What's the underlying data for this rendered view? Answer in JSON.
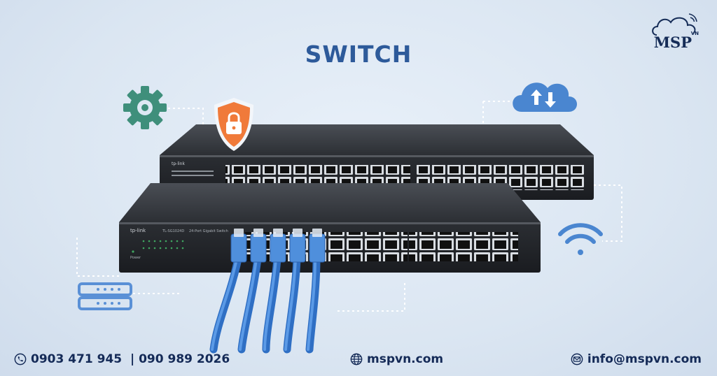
{
  "header": {
    "title": "SWITCH",
    "logo_text": "MSP",
    "logo_superscript": "VN"
  },
  "device_labels": {
    "top_switch_brand": "tp-link",
    "bottom_switch_brand": "tp-link",
    "bottom_switch_model": "TL-SG1024D",
    "bottom_switch_desc": "24-Port Gigabit Switch",
    "power_label": "Power"
  },
  "icons": [
    "gear-icon",
    "lock-shield-icon",
    "cloud-transfer-icon",
    "wifi-icon",
    "server-rack-icon",
    "phone-icon",
    "globe-icon",
    "mail-icon"
  ],
  "colors": {
    "title": "#2d5a9a",
    "gear": "#3f8f7b",
    "shield": "#f07a3a",
    "cloud": "#4a86d0",
    "cable": "#3d7fd6",
    "footer_text": "#142a57"
  },
  "footer": {
    "phone": "0903 471 945  | 090 989 2026",
    "website": "mspvn.com",
    "email": "info@mspvn.com"
  }
}
